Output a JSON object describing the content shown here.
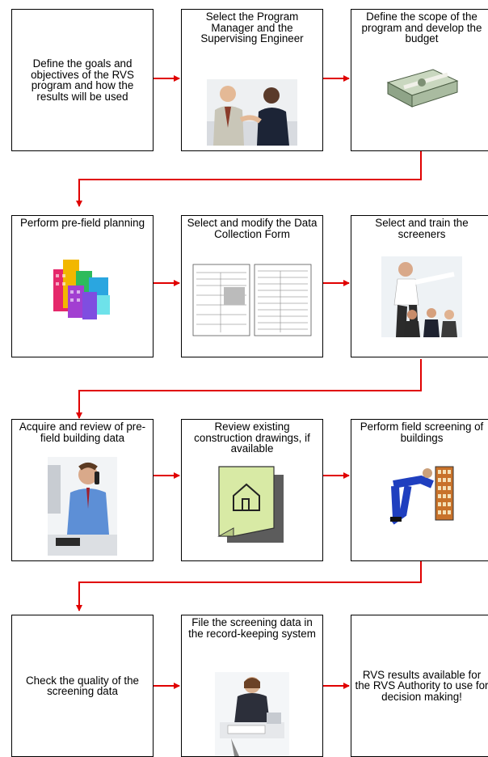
{
  "steps": [
    {
      "text": "Define the goals and objectives of the RVS program and how the results will be used",
      "icon": "goals-text-only"
    },
    {
      "text": "Select the Program Manager and the Supervising Engineer",
      "icon": "handshake-photo"
    },
    {
      "text": "Define the scope of the program and develop the budget",
      "icon": "money-stack-icon"
    },
    {
      "text": "Perform pre-field planning",
      "icon": "buildings-icon"
    },
    {
      "text": "Select and modify the Data Collection Form",
      "icon": "form-document-icon"
    },
    {
      "text": "Select and train the screeners",
      "icon": "presentation-photo"
    },
    {
      "text": "Acquire and review of pre-field building data",
      "icon": "phone-worker-photo"
    },
    {
      "text": "Review existing construction drawings, if available",
      "icon": "house-drawing-icon"
    },
    {
      "text": "Perform field screening of buildings",
      "icon": "pushing-building-icon"
    },
    {
      "text": "Check the quality of the screening data",
      "icon": "check-text-only"
    },
    {
      "text": "File the screening data in the record-keeping system",
      "icon": "typing-worker-photo"
    },
    {
      "text": "RVS results available for the RVS Authority to use for decision making!",
      "icon": "result-text-only"
    }
  ],
  "colors": {
    "arrow": "#e00000",
    "border": "#000000"
  }
}
